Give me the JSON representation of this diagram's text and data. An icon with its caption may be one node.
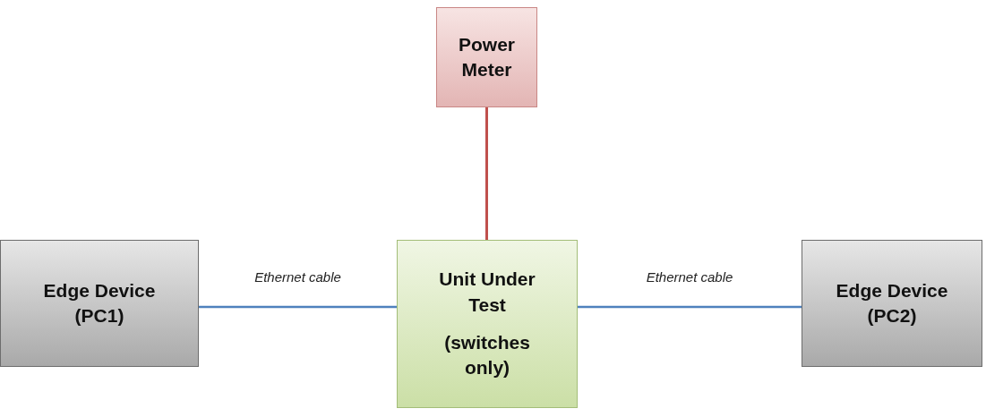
{
  "diagram": {
    "nodes": [
      {
        "text": [
          "Power Meter"
        ]
      },
      {
        "text": [
          "Edge Device (PC1)"
        ]
      },
      {
        "text": [
          "Unit Under Test",
          "(switches only)"
        ]
      },
      {
        "text": [
          "Edge Device (PC2)"
        ]
      }
    ],
    "edges": [
      {
        "from": 0,
        "to": 2,
        "arrow": "none",
        "color": "#c0504d"
      },
      {
        "from": 1,
        "to": 2,
        "arrow": "none",
        "label": "Ethernet cable"
      },
      {
        "from": 2,
        "to": 3,
        "arrow": "none",
        "label": "Ethernet cable"
      }
    ]
  }
}
